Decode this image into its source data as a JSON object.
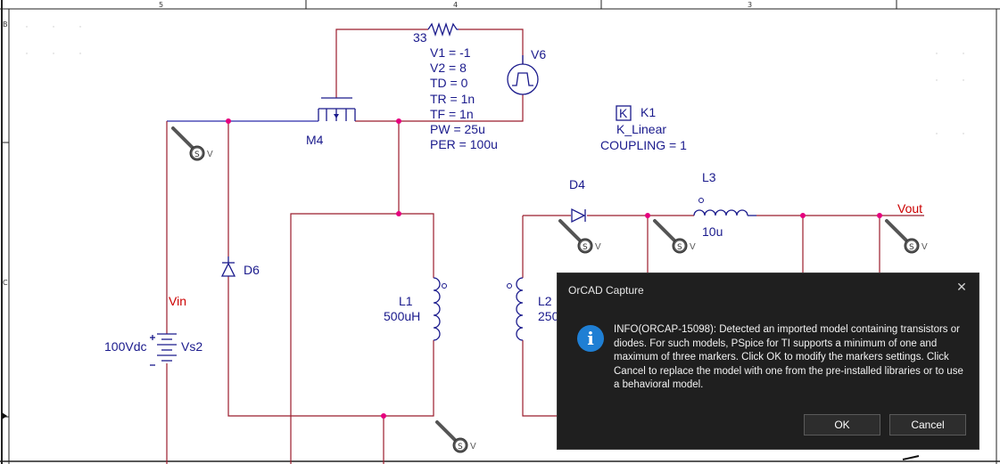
{
  "ruler": {
    "top_labels": [
      "5",
      "4",
      "3"
    ],
    "left_labels": [
      "B",
      "C"
    ]
  },
  "schematic": {
    "resistor": {
      "value": "33"
    },
    "source_v6": {
      "name": "V6",
      "params": [
        "V1 = -1",
        "V2 = 8",
        "TD = 0",
        "TR = 1n",
        "TF = 1n",
        "PW = 25u",
        "PER = 100u"
      ]
    },
    "mosfet": {
      "name": "M4"
    },
    "coupling": {
      "symbol": "K",
      "name": "K1",
      "model": "K_Linear",
      "coupling": "COUPLING = 1"
    },
    "diode_d4": {
      "name": "D4"
    },
    "inductor_l3": {
      "name": "L3",
      "value": "10u"
    },
    "net_vout": {
      "label": "Vout"
    },
    "diode_d6": {
      "name": "D6"
    },
    "net_vin": {
      "label": "Vin"
    },
    "inductor_l1": {
      "name": "L1",
      "value": "500uH"
    },
    "inductor_l2": {
      "name": "L2",
      "value": "250"
    },
    "source_vs2": {
      "name": "Vs2",
      "value": "100Vdc"
    },
    "probe_glyph": "S",
    "probe_suffix": "V"
  },
  "dialog": {
    "title": "OrCAD Capture",
    "close_glyph": "✕",
    "icon_glyph": "i",
    "message": "INFO(ORCAP-15098): Detected an imported model containing transistors or diodes. For such models, PSpice for TI supports a minimum of one and maximum of three markers. Click OK to modify the markers settings. Click Cancel to replace the model with one from the pre-installed libraries or to use a behavioral model.",
    "ok_label": "OK",
    "cancel_label": "Cancel"
  },
  "colors": {
    "wire": "#9b1c2c",
    "wire_power": "#2b2baa",
    "component": "#1a1a8c",
    "junction": "#e6007e",
    "net_label": "#cc0000",
    "dialog_bg": "#1f1f1f",
    "info_icon": "#1f7fd4"
  }
}
